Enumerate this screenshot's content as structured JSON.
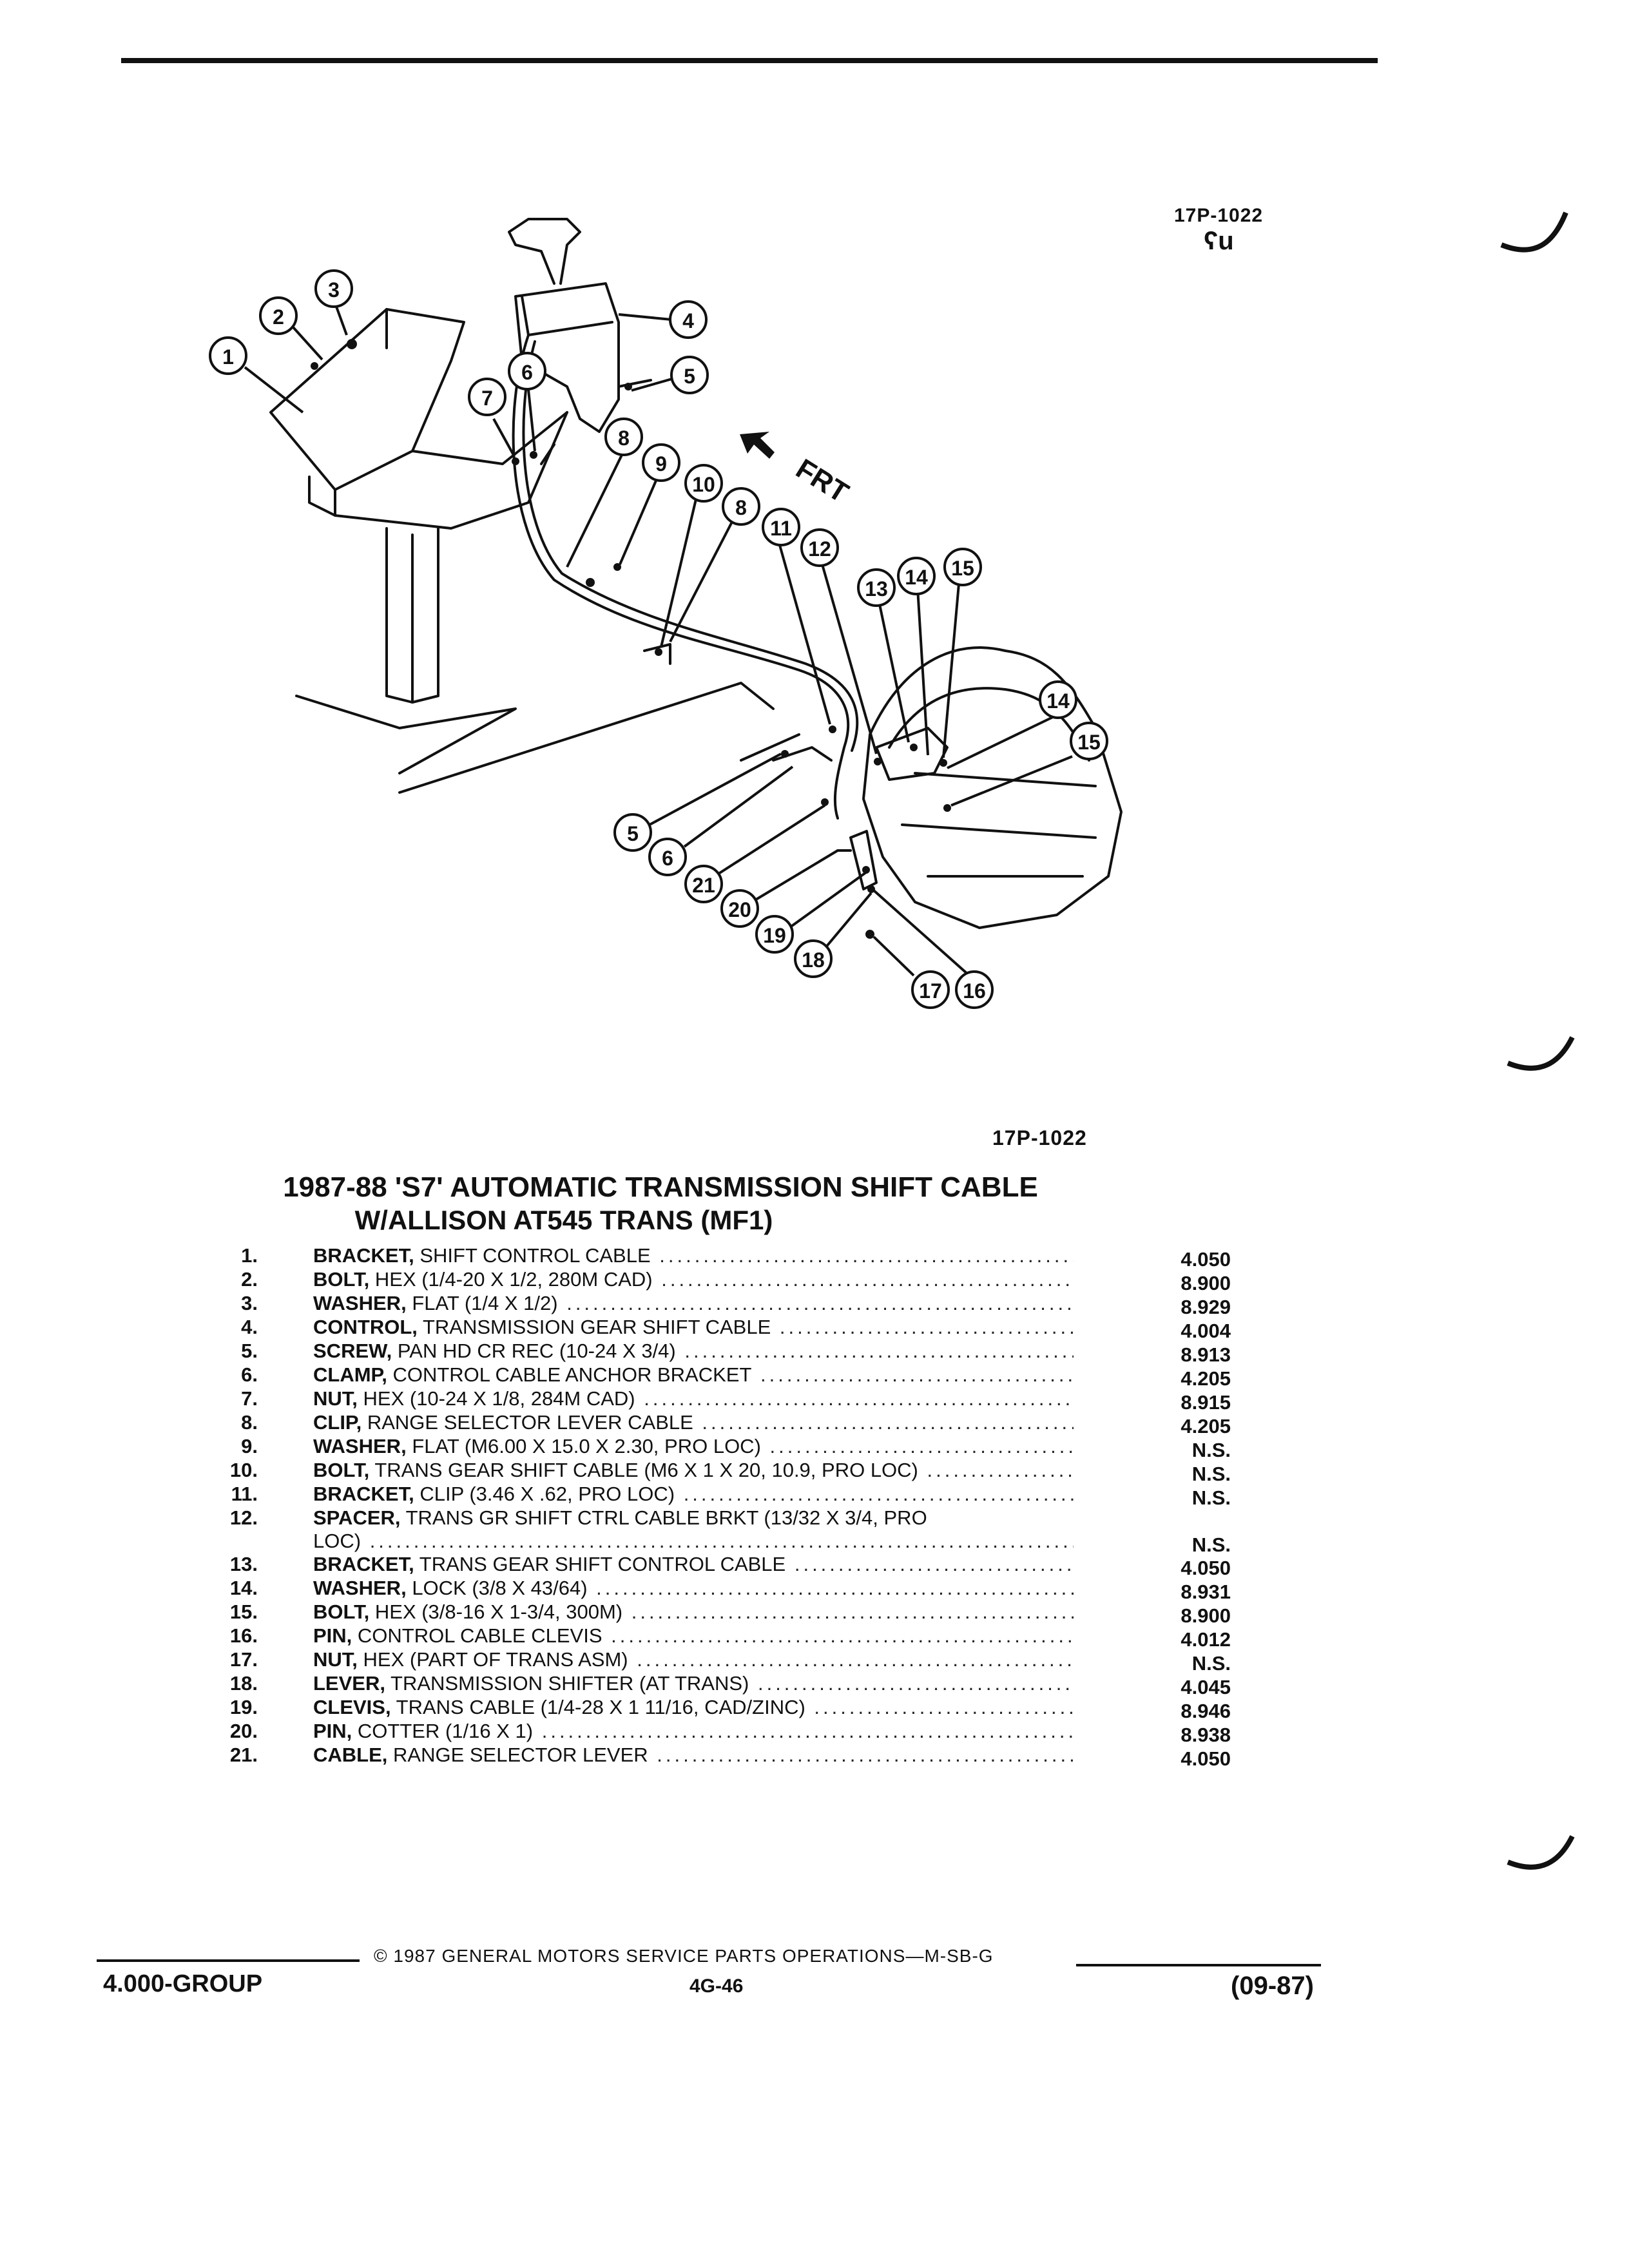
{
  "diagram_code_top": "17P-1022",
  "diagram_code_mark": "ʕu",
  "diagram_code_bottom": "17P-1022",
  "direction_label": "FRT",
  "title_line1": "1987-88 'S7' AUTOMATIC TRANSMISSION SHIFT CABLE",
  "title_line2": "W/ALLISON AT545 TRANS (MF1)",
  "parts": [
    {
      "num": "1.",
      "name": "BRACKET,",
      "detail": "SHIFT CONTROL CABLE",
      "group": "4.050"
    },
    {
      "num": "2.",
      "name": "BOLT,",
      "detail": "HEX (1/4-20 X 1/2, 280M CAD)",
      "group": "8.900"
    },
    {
      "num": "3.",
      "name": "WASHER,",
      "detail": "FLAT (1/4 X 1/2)",
      "group": "8.929"
    },
    {
      "num": "4.",
      "name": "CONTROL,",
      "detail": "TRANSMISSION GEAR SHIFT CABLE",
      "group": "4.004"
    },
    {
      "num": "5.",
      "name": "SCREW,",
      "detail": "PAN HD CR REC (10-24 X 3/4)",
      "group": "8.913"
    },
    {
      "num": "6.",
      "name": "CLAMP,",
      "detail": "CONTROL CABLE ANCHOR BRACKET",
      "group": "4.205"
    },
    {
      "num": "7.",
      "name": "NUT,",
      "detail": "HEX (10-24 X 1/8, 284M CAD)",
      "group": "8.915"
    },
    {
      "num": "8.",
      "name": "CLIP,",
      "detail": "RANGE SELECTOR LEVER CABLE",
      "group": "4.205"
    },
    {
      "num": "9.",
      "name": "WASHER,",
      "detail": "FLAT (M6.00 X 15.0 X 2.30, PRO LOC)",
      "group": "N.S."
    },
    {
      "num": "10.",
      "name": "BOLT,",
      "detail": "TRANS GEAR SHIFT CABLE (M6 X 1 X 20, 10.9, PRO LOC)",
      "group": "N.S."
    },
    {
      "num": "11.",
      "name": "BRACKET,",
      "detail": "CLIP (3.46 X .62, PRO LOC)",
      "group": "N.S."
    },
    {
      "num": "12.",
      "name": "SPACER,",
      "detail": "TRANS GR SHIFT CTRL CABLE BRKT (13/32 X 3/4, PRO",
      "detail2": "LOC)",
      "group": "N.S."
    },
    {
      "num": "13.",
      "name": "BRACKET,",
      "detail": "TRANS GEAR SHIFT CONTROL CABLE",
      "group": "4.050"
    },
    {
      "num": "14.",
      "name": "WASHER,",
      "detail": "LOCK (3/8 X 43/64)",
      "group": "8.931"
    },
    {
      "num": "15.",
      "name": "BOLT,",
      "detail": "HEX (3/8-16 X 1-3/4, 300M)",
      "group": "8.900"
    },
    {
      "num": "16.",
      "name": "PIN,",
      "detail": "CONTROL CABLE CLEVIS",
      "group": "4.012"
    },
    {
      "num": "17.",
      "name": "NUT,",
      "detail": "HEX (PART OF TRANS ASM)",
      "group": "N.S."
    },
    {
      "num": "18.",
      "name": "LEVER,",
      "detail": "TRANSMISSION SHIFTER (AT TRANS)",
      "group": "4.045"
    },
    {
      "num": "19.",
      "name": "CLEVIS,",
      "detail": "TRANS CABLE (1/4-28 X 1 11/16, CAD/ZINC)",
      "group": "8.946"
    },
    {
      "num": "20.",
      "name": "PIN,",
      "detail": "COTTER (1/16 X 1)",
      "group": "8.938"
    },
    {
      "num": "21.",
      "name": "CABLE,",
      "detail": "RANGE SELECTOR LEVER",
      "group": "4.050"
    }
  ],
  "footer": {
    "copyright": "© 1987 GENERAL MOTORS SERVICE PARTS OPERATIONS—M-SB-G",
    "group": "4.000-GROUP",
    "page": "4G-46",
    "date": "(09-87)"
  },
  "callouts": [
    "1",
    "2",
    "3",
    "4",
    "5",
    "6",
    "7",
    "8",
    "9",
    "10",
    "8",
    "11",
    "12",
    "13",
    "14",
    "15",
    "14",
    "15",
    "5",
    "6",
    "21",
    "20",
    "19",
    "18",
    "17",
    "16"
  ]
}
